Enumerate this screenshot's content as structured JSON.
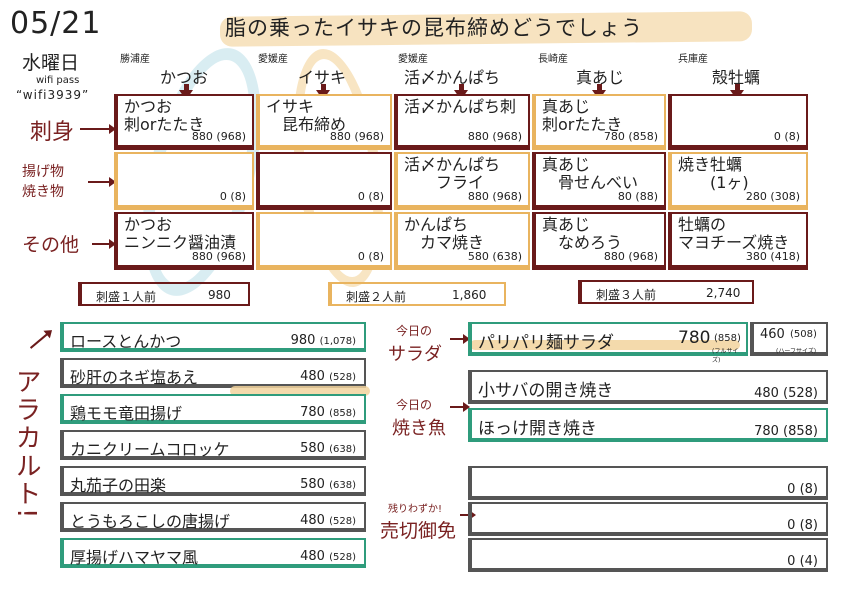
{
  "header": {
    "date": "05/21",
    "day_of_week": "水曜日",
    "wifi_label": "wifi pass",
    "wifi_password": "“wifi3939”",
    "title": "脂の乗ったイサキの昆布締めどうでしょう"
  },
  "columns": [
    {
      "origin": "勝浦産",
      "fish": "かつお"
    },
    {
      "origin": "愛媛産",
      "fish": "イサキ"
    },
    {
      "origin": "愛媛産",
      "fish": "活〆かんぱち"
    },
    {
      "origin": "長崎産",
      "fish": "真あじ"
    },
    {
      "origin": "兵庫産",
      "fish": "殻牡蠣"
    }
  ],
  "row_labels": {
    "sashimi": "刺身",
    "fried_grilled": "揚げ物\n焼き物",
    "other": "その他"
  },
  "grid": [
    [
      {
        "name": "かつお\n刺orたたき",
        "price": "880 (968)"
      },
      {
        "name": "イサキ\n　昆布締め",
        "price": "880 (968)"
      },
      {
        "name": "活〆かんぱち刺",
        "price": "880 (968)"
      },
      {
        "name": "真あじ\n刺orたたき",
        "price": "780 (858)"
      },
      {
        "name": "",
        "price": "0 (8)"
      }
    ],
    [
      {
        "name": "",
        "price": "0 (8)"
      },
      {
        "name": "",
        "price": "0 (8)"
      },
      {
        "name": "活〆かんぱち\n　　フライ",
        "price": "880 (968)"
      },
      {
        "name": "真あじ\n　骨せんべい",
        "price": "80 (88)"
      },
      {
        "name": "焼き牡蠣\n　　(1ヶ)",
        "price": "280 (308)"
      }
    ],
    [
      {
        "name": "かつお\nニンニク醤油漬",
        "price": "880 (968)"
      },
      {
        "name": "",
        "price": "0 (8)"
      },
      {
        "name": "かんぱち\n　カマ焼き",
        "price": "580 (638)"
      },
      {
        "name": "真あじ\n　なめろう",
        "price": "880 (968)"
      },
      {
        "name": "牡蠣の\nマヨチーズ焼き",
        "price": "380 (418)"
      }
    ]
  ],
  "moriawase": [
    {
      "label": "刺盛１人前",
      "price": "980"
    },
    {
      "label": "刺盛２人前",
      "price": "1,860"
    },
    {
      "label": "刺盛３人前",
      "price": "2,740"
    }
  ],
  "alacarte": {
    "label": "アラカルト!",
    "items": [
      {
        "name": "ロースとんかつ",
        "price": "980",
        "tax": "(1,078)"
      },
      {
        "name": "砂肝のネギ塩あえ",
        "price": "480",
        "tax": "(528)"
      },
      {
        "name": "鶏モモ竜田揚げ",
        "price": "780",
        "tax": "(858)"
      },
      {
        "name": "カニクリームコロッケ",
        "price": "580",
        "tax": "(638)"
      },
      {
        "name": "丸茄子の田楽",
        "price": "580",
        "tax": "(638)"
      },
      {
        "name": "とうもろこしの唐揚げ",
        "price": "480",
        "tax": "(528)"
      },
      {
        "name": "厚揚げハマヤマ風",
        "price": "480",
        "tax": "(528)"
      }
    ]
  },
  "salad": {
    "label_top": "今日の",
    "label_main": "サラダ",
    "name": "パリパリ麺サラダ",
    "full_price": "780",
    "full_tax": "(858)",
    "full_note": "(フルサイズ)",
    "half_price": "460",
    "half_tax": "(508)",
    "half_note": "(ハーフサイズ)"
  },
  "grilled_fish": {
    "label_top": "今日の",
    "label_main": "焼き魚",
    "items": [
      {
        "name": "小サバの開き焼き",
        "price": "480 (528)"
      },
      {
        "name": "ほっけ開き焼き",
        "price": "780 (858)"
      }
    ]
  },
  "sold_out": {
    "label_top": "残りわずか!",
    "label_main": "売切御免",
    "items": [
      {
        "price": "0 (8)"
      },
      {
        "price": "0 (8)"
      },
      {
        "price": "0 (4)"
      }
    ]
  }
}
